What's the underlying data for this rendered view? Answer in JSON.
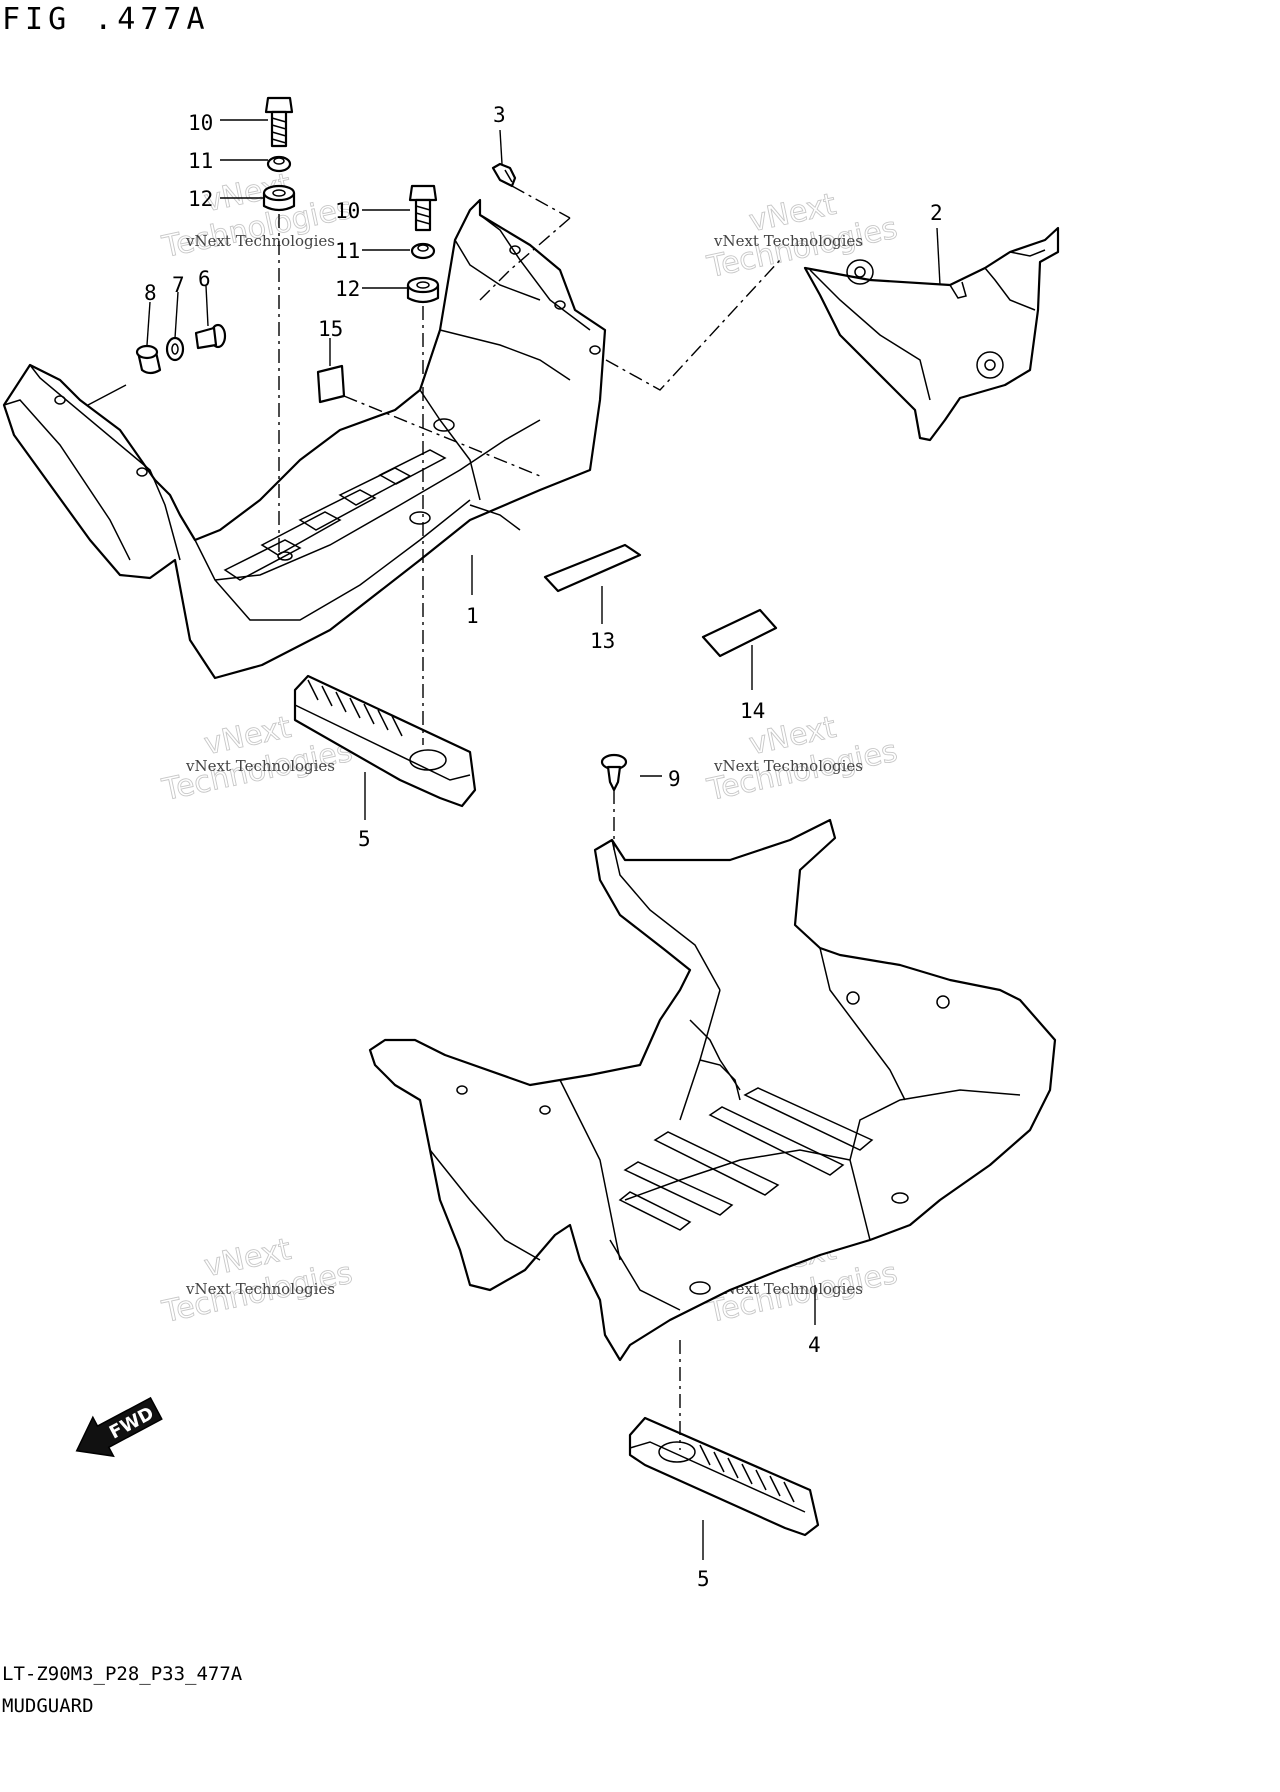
{
  "figure": {
    "title": "FIG .477A",
    "code": "LT-Z90M3_P28_P33_477A",
    "name": "MUDGUARD",
    "direction_label": "FWD"
  },
  "callouts": {
    "c1": "1",
    "c2": "2",
    "c3": "3",
    "c4": "4",
    "c5a": "5",
    "c5b": "5",
    "c6": "6",
    "c7": "7",
    "c8": "8",
    "c9": "9",
    "c10a": "10",
    "c10b": "10",
    "c11a": "11",
    "c11b": "11",
    "c12a": "12",
    "c12b": "12",
    "c13": "13",
    "c14": "14",
    "c15": "15"
  },
  "watermarks": {
    "line1": "vNext Technologies",
    "big1": "vNext",
    "big2": "Technologies"
  }
}
